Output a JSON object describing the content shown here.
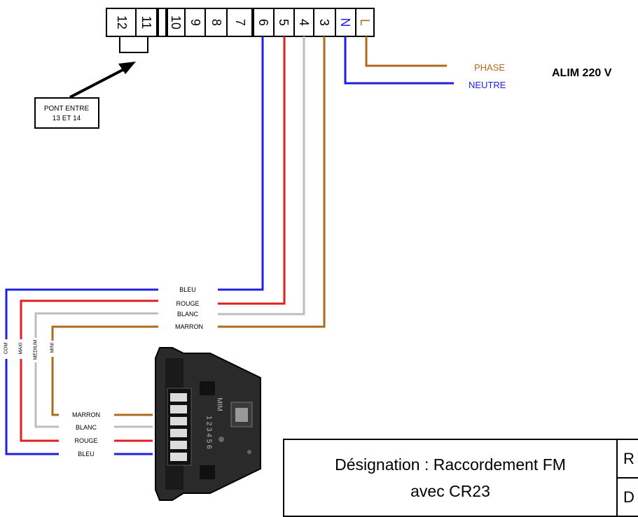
{
  "terminal_block": {
    "terminals": [
      {
        "label": "12",
        "color": "#000000"
      },
      {
        "label": "11",
        "color": "#000000"
      },
      {
        "label": "10",
        "color": "#000000"
      },
      {
        "label": "9",
        "color": "#000000"
      },
      {
        "label": "8",
        "color": "#000000"
      },
      {
        "label": "7",
        "color": "#000000"
      },
      {
        "label": "6",
        "color": "#000000"
      },
      {
        "label": "5",
        "color": "#000000"
      },
      {
        "label": "4",
        "color": "#000000"
      },
      {
        "label": "3",
        "color": "#000000"
      },
      {
        "label": "N",
        "color": "#1f1fe0"
      },
      {
        "label": "L",
        "color": "#b06a1e"
      }
    ]
  },
  "bridge_note": {
    "line1": "PONT ENTRE",
    "line2": "13 ET 14"
  },
  "power": {
    "phase_label": "PHASE",
    "neutral_label": "NEUTRE",
    "title": "ALIM 220 V"
  },
  "upper_wires": {
    "bleu": "BLEU",
    "rouge": "ROUGE",
    "blanc": "BLANC",
    "marron": "MARRON"
  },
  "speed_labels": {
    "com": "COM",
    "maxi": "MAXI",
    "medium": "MEDIUM",
    "mini": "MINI"
  },
  "lower_wires": {
    "marron": "MARRON",
    "blanc": "BLANC",
    "rouge": "ROUGE",
    "bleu": "BLEU"
  },
  "connector": {
    "marking": "MIM",
    "pins": "1 2 3 4 5 6"
  },
  "title_block": {
    "designation_line1": "Désignation : Raccordement FM",
    "designation_line2": "avec CR23",
    "side_top": "R",
    "side_bottom": "D"
  },
  "colors": {
    "blue": "#1f1fe0",
    "red": "#e01f1f",
    "white_wire": "#bdbdbd",
    "brown": "#b06a1e",
    "black": "#000000"
  }
}
